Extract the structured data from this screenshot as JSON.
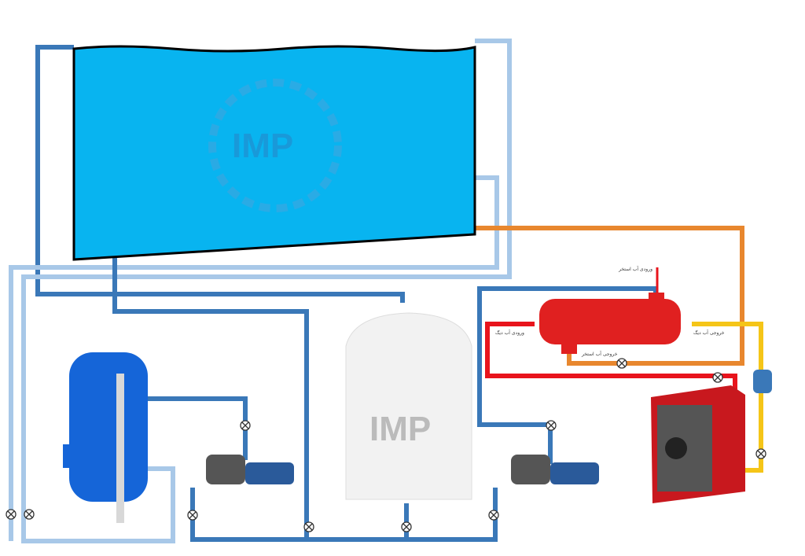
{
  "logo_text": "IMP",
  "labels": {
    "pool_water_inlet": "ورودی آب استخر",
    "pool_water_outlet": "خروجی آب استخر",
    "boiler_water_inlet": "ورودی آب دیگ",
    "boiler_water_outlet": "خروجی آب دیگ"
  },
  "colors": {
    "pool": "#08b4f0",
    "pipe_dark_blue": "#3a78b8",
    "pipe_light_blue": "#a8c8e8",
    "pipe_orange": "#e8872e",
    "pipe_red": "#e8141c",
    "pipe_yellow": "#f5c518"
  }
}
